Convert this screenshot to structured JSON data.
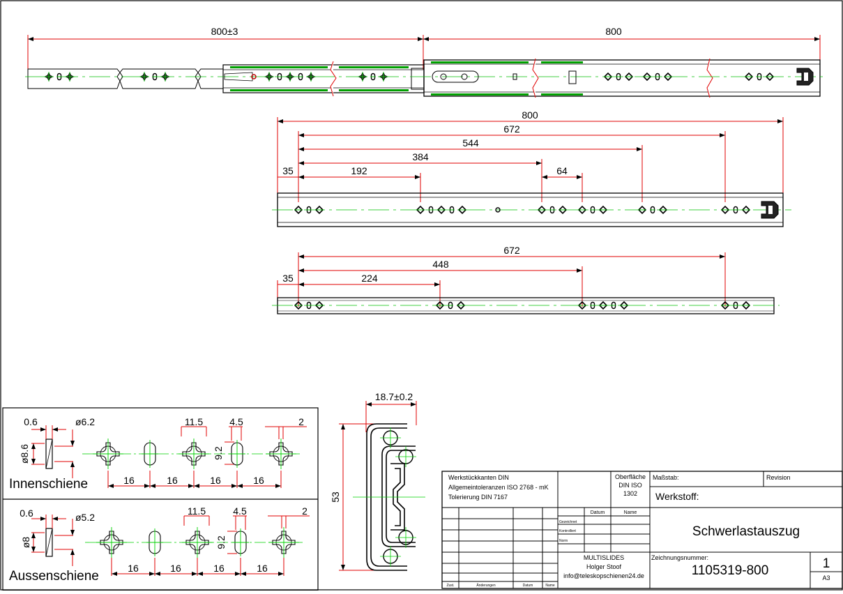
{
  "drawing": {
    "top_view": {
      "d_total": "800±3",
      "d_ext": "800"
    },
    "outer_rail": {
      "d_800": "800",
      "d_672": "672",
      "d_544": "544",
      "d_384": "384",
      "d_192": "192",
      "d_64": "64",
      "d_35": "35"
    },
    "inner_rail": {
      "d_672": "672",
      "d_448": "448",
      "d_224": "224",
      "d_35": "35"
    },
    "innenschiene": {
      "label": "Innenschiene",
      "thk": "0.6",
      "hole_dia": "ø6.2",
      "dia": "ø8.6",
      "slot_w": "11.5",
      "slot_w2": "4.5",
      "gap": "2",
      "slot_h": "9.2",
      "pitch": [
        "16",
        "16",
        "16",
        "16"
      ]
    },
    "aussenschiene": {
      "label": "Aussenschiene",
      "thk": "0.6",
      "hole_dia": "ø5.2",
      "dia": "ø8",
      "slot_w": "11.5",
      "slot_w2": "4.5",
      "gap": "2",
      "slot_h": "9.2",
      "pitch": [
        "16",
        "16",
        "16",
        "16"
      ]
    },
    "section": {
      "width": "18.7±0.2",
      "height": "53"
    }
  },
  "title_block": {
    "general": [
      "Werkstückkanten DIN",
      "Allgemeintoleranzen ISO 2768 - mK",
      "Tolerierung DIN 7167"
    ],
    "surface": [
      "Oberfläche",
      "DIN ISO",
      "1302"
    ],
    "scale_label": "Maßstab:",
    "revision_label": "Revision",
    "material": "Werkstoff:",
    "datum": "Datum",
    "name": "Name",
    "gezeichnet": "Gezeichnet",
    "kontrolliert": "Kontrolliert",
    "norm": "Norm",
    "title": "Schwerlastauszug",
    "company": "MULTISLIDES",
    "person": "Holger Stoof",
    "email": "info@teleskopschienen24.de",
    "number_label": "Zeichnungsnummer:",
    "number": "1105319-800",
    "sheet": "1",
    "format": "A3",
    "zust": "Zust.",
    "aenderungen": "Änderungen",
    "datum2": "Datum",
    "name2": "Name"
  }
}
